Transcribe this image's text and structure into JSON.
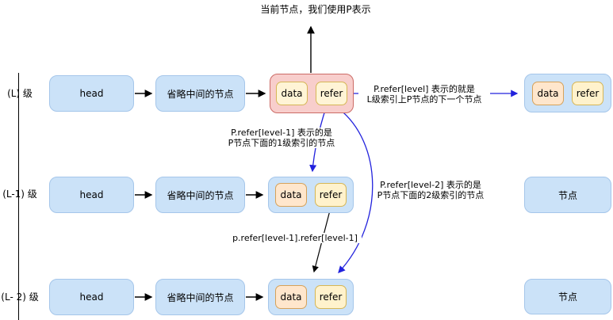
{
  "top_note": "当前节点，我们使用P表示",
  "levels": [
    {
      "label": "(L) 级",
      "head_label": "head",
      "middle_label": "省略中间的节点",
      "p_node": {
        "data": "data",
        "refer": "refer"
      },
      "right_node": {
        "data": "data",
        "refer": "refer"
      }
    },
    {
      "label": "(L-1) 级",
      "head_label": "head",
      "middle_label": "省略中间的节点",
      "node": {
        "data": "data",
        "refer": "refer"
      },
      "right_node_label": "节点"
    },
    {
      "label": "(L- 2) 级",
      "head_label": "head",
      "middle_label": "省略中间的节点",
      "node": {
        "data": "data",
        "refer": "refer"
      },
      "right_node_label": "节点"
    }
  ],
  "annotations": {
    "refer_level": "P.refer[level] 表示的就是\nL级索引上P节点的下一个节点",
    "refer_level_1": "P.refer[level-1] 表示的是\nP节点下面的1级索引的节点",
    "refer_level_2": "P.refer[level-2] 表示的是\nP节点下面的2级索引的节点",
    "chain": "p.refer[level-1].refer[level-1]"
  },
  "colors": {
    "node_fill": "#CBE2F8",
    "node_border": "#A5C6EA",
    "p_node_fill": "#F8CECC",
    "p_node_border": "#CC6B66",
    "data_cell_fill": "#FFE6CC",
    "data_cell_border": "#D6A25A",
    "refer_cell_fill": "#FFF2CC",
    "refer_cell_border": "#D6B656",
    "pointer_blue": "#2222DD",
    "line_black": "#000000"
  }
}
